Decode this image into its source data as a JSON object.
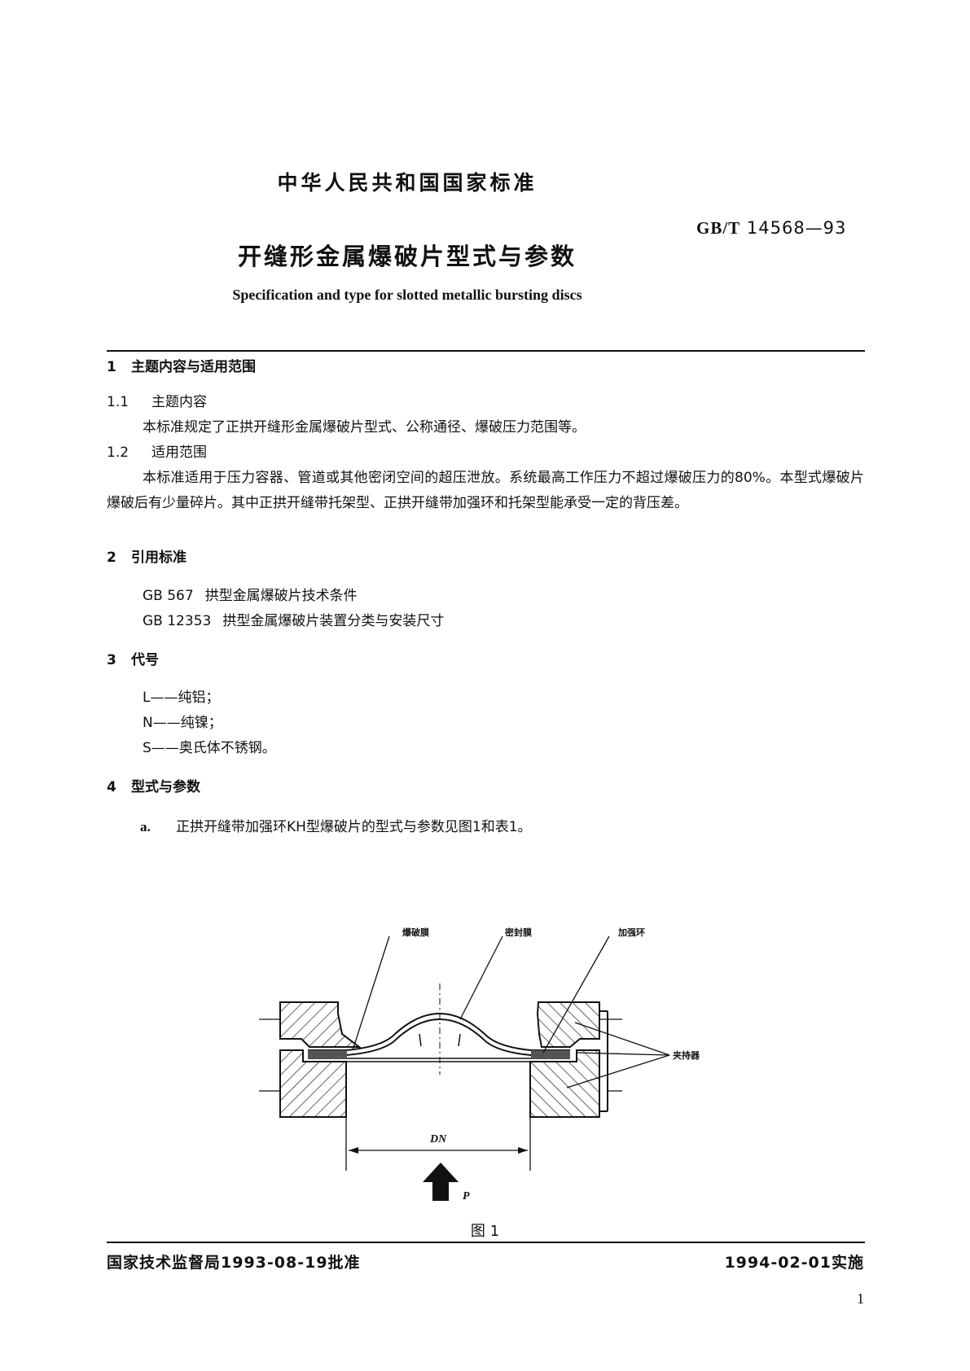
{
  "header": {
    "standard_title": "中华人民共和国国家标准",
    "standard_number_prefix": "GB/T",
    "standard_number": "14568—93",
    "title_cn": "开缝形金属爆破片型式与参数",
    "title_en": "Specification and type for slotted metallic bursting discs"
  },
  "sections": {
    "s1": {
      "num": "1",
      "title": "主题内容与适用范围"
    },
    "s1_1": {
      "num": "1.1",
      "title": "主题内容",
      "text": "本标准规定了正拱开缝形金属爆破片型式、公称通径、爆破压力范围等。"
    },
    "s1_2": {
      "num": "1.2",
      "title": "适用范围",
      "text": "本标准适用于压力容器、管道或其他密闭空间的超压泄放。系统最高工作压力不超过爆破压力的80%。本型式爆破片爆破后有少量碎片。其中正拱开缝带托架型、正拱开缝带加强环和托架型能承受一定的背压差。"
    },
    "s2": {
      "num": "2",
      "title": "引用标准",
      "refs": [
        {
          "code": "GB 567",
          "title": "拱型金属爆破片技术条件"
        },
        {
          "code": "GB 12353",
          "title": "拱型金属爆破片装置分类与安装尺寸"
        }
      ]
    },
    "s3": {
      "num": "3",
      "title": "代号",
      "codes": [
        {
          "code": "L",
          "dash": "——",
          "meaning": "纯铝；"
        },
        {
          "code": "N",
          "dash": "——",
          "meaning": "纯镍；"
        },
        {
          "code": "S",
          "dash": "——",
          "meaning": "奥氏体不锈钢。"
        }
      ]
    },
    "s4": {
      "num": "4",
      "title": "型式与参数",
      "item_a_marker": "a.",
      "item_a_text": "正拱开缝带加强环KH型爆破片的型式与参数见图1和表1。"
    }
  },
  "figure": {
    "labels": {
      "burst_membrane": "爆破膜",
      "seal_membrane": "密封膜",
      "reinforcing_ring": "加强环",
      "holder": "夹持器",
      "dn": "DN",
      "pressure": "P"
    },
    "caption": "图 1"
  },
  "footer": {
    "approval": "国家技术监督局1993-08-19批准",
    "implementation": "1994-02-01实施",
    "page_number": "1"
  }
}
